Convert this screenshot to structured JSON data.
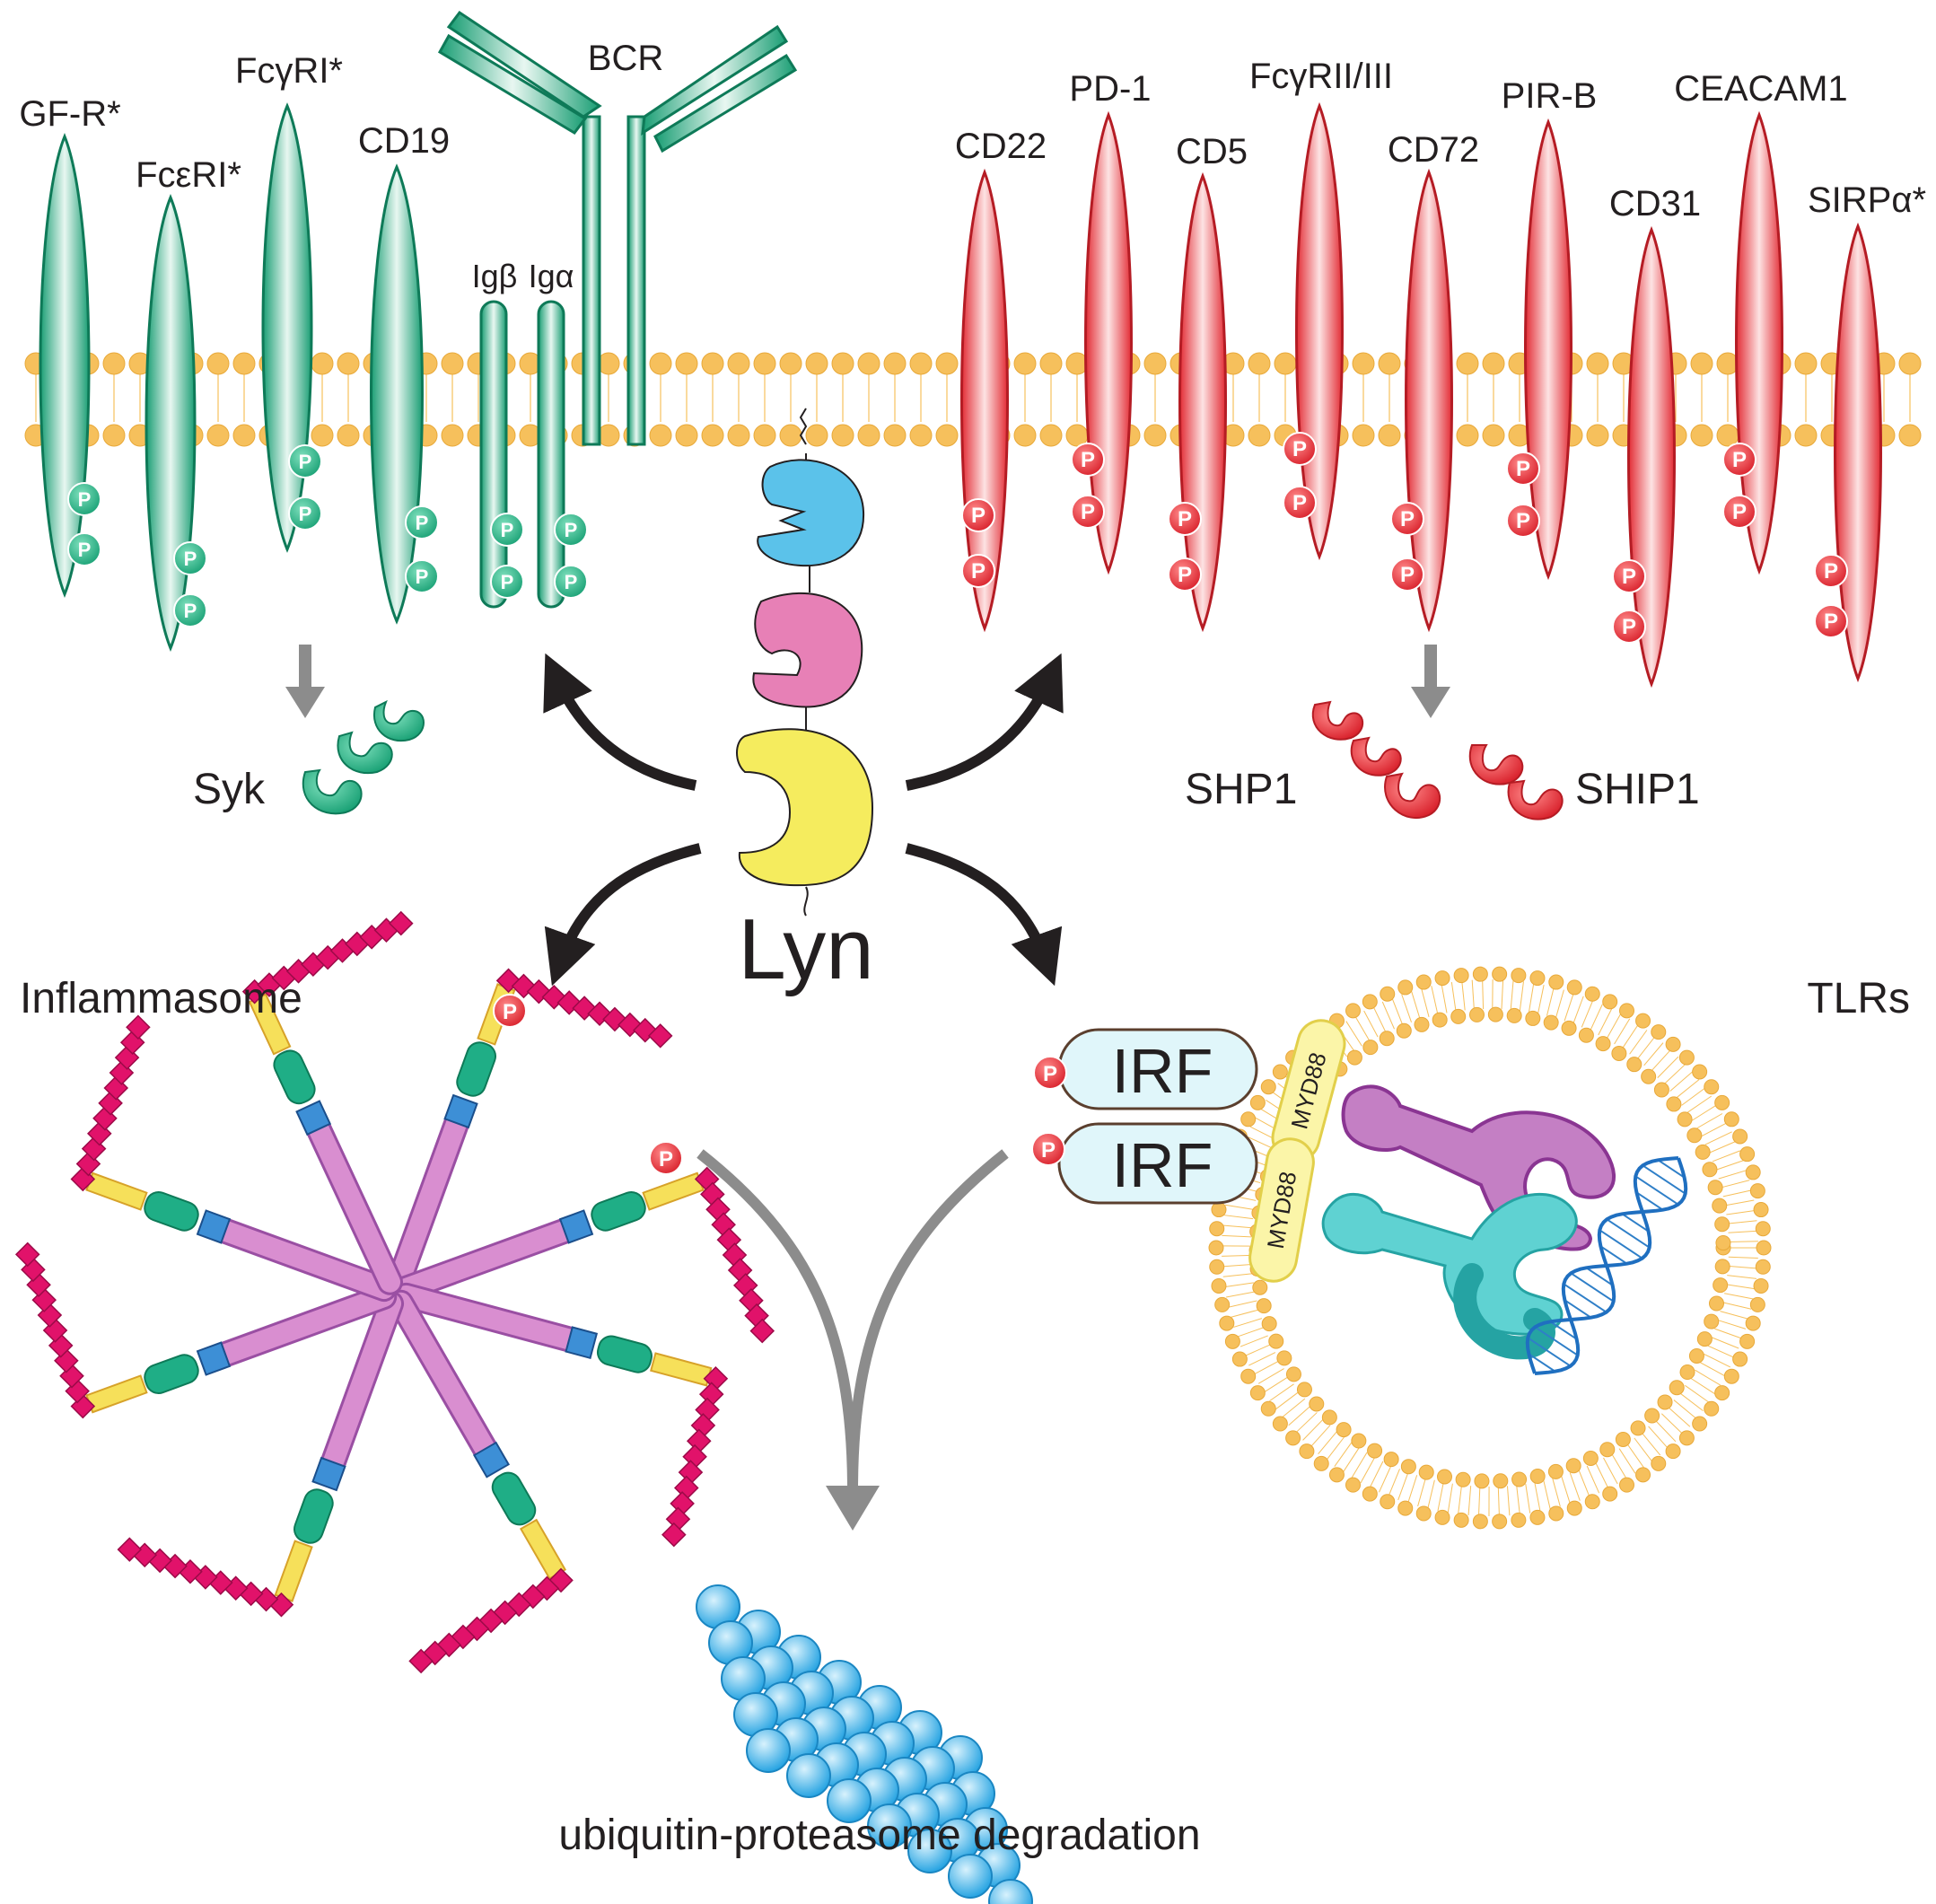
{
  "activating_receptors": [
    {
      "label": "GF-R*"
    },
    {
      "label": "FcεRI*"
    },
    {
      "label": "FcγRI*"
    },
    {
      "label": "CD19"
    },
    {
      "label": "Igβ"
    },
    {
      "label": "Igα"
    },
    {
      "label": "BCR"
    }
  ],
  "inhibitory_receptors": [
    {
      "label": "CD22"
    },
    {
      "label": "PD-1"
    },
    {
      "label": "CD5"
    },
    {
      "label": "FcγRII/III"
    },
    {
      "label": "CD72"
    },
    {
      "label": "PIR-B"
    },
    {
      "label": "CD31"
    },
    {
      "label": "CEACAM1"
    },
    {
      "label": "SIRPα*"
    }
  ],
  "phospho_label": "P",
  "kinase": {
    "label": "Lyn"
  },
  "effectors": {
    "activating": "Syk",
    "inhibitory": [
      "SHP1",
      "SHIP1"
    ]
  },
  "lower_left": {
    "label": "Inflammasome"
  },
  "lower_right": {
    "label": "TLRs",
    "irf_label": "IRF",
    "adaptor_label": "MYD88"
  },
  "bottom": {
    "label": "ubiquitin-proteasome degradation"
  },
  "colors": {
    "activating": "#2bb08a",
    "inhibitory": "#e8484e",
    "membrane": "#f6c05c",
    "lyn_sh3": "#5bc2ea",
    "lyn_sh2": "#e780b6",
    "lyn_kinase": "#f5ec5e",
    "proteasome": "#3ab0e6"
  }
}
